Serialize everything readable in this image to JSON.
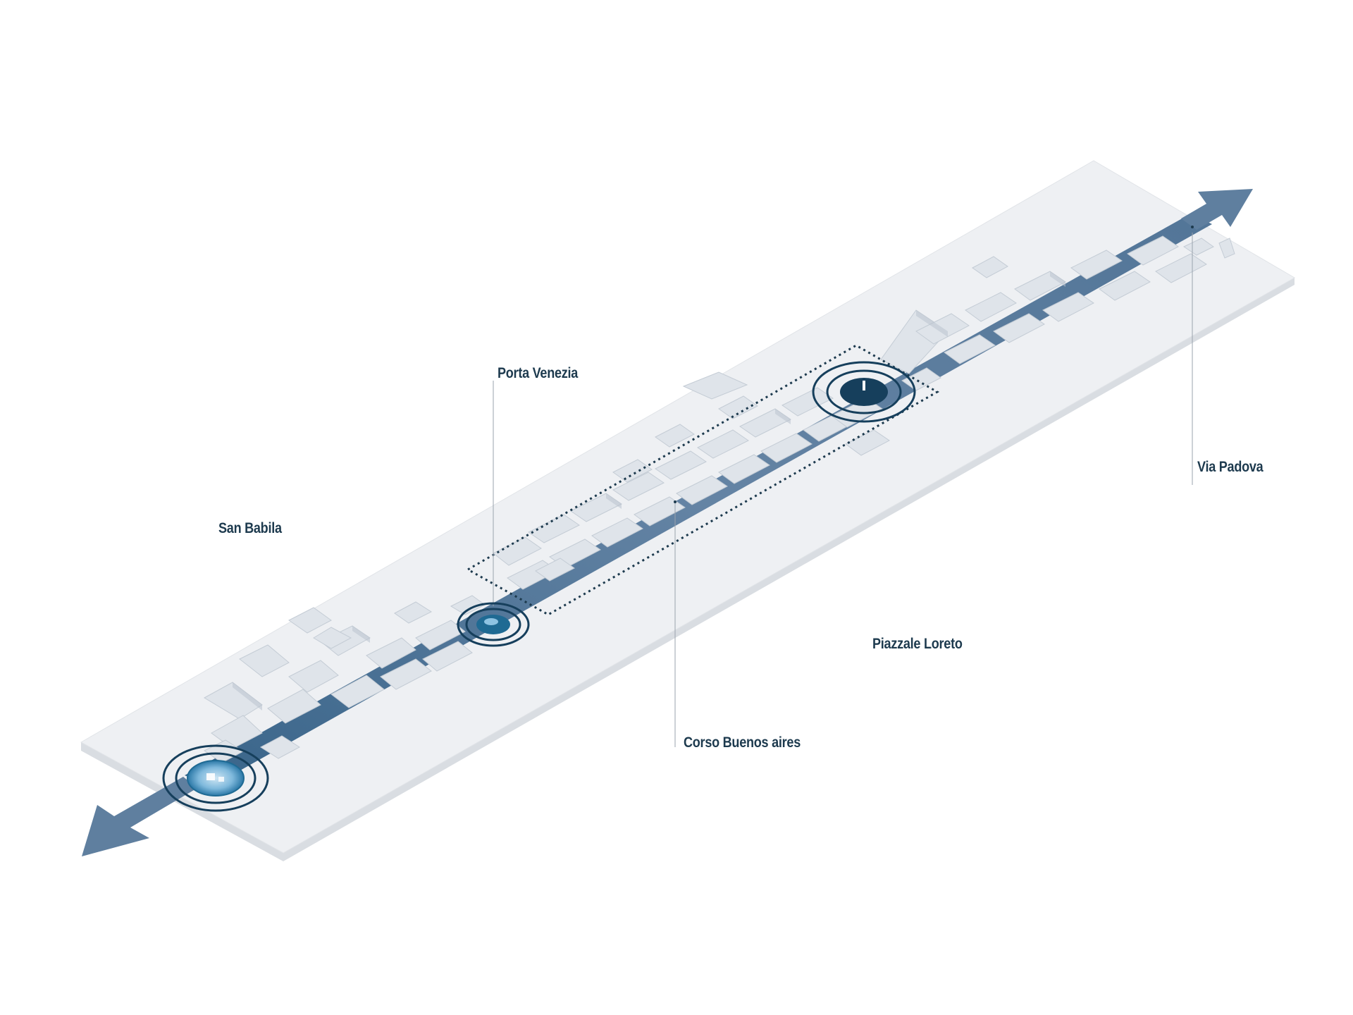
{
  "labels": {
    "san_babila": "San Babila",
    "porta_venezia": "Porta Venezia",
    "via_padova": "Via Padova",
    "piazzale_loreto": "Piazzale Loreto",
    "corso_buenos_aires": "Corso Buenos aires"
  },
  "colors": {
    "label_text": "#1d3a4e",
    "plate_top": "#eef0f3",
    "plate_side": "#d9dde2",
    "axis_arrow": "#5f7f9f",
    "axis_band": "#56789a",
    "buildings": "#dfe4ea",
    "building_shade": "#b9c3cd",
    "node_dark": "#163f5c",
    "node_light": "#1f6a93",
    "leader_line": "#9aa3ad",
    "focus_box": "#1d3a4e"
  }
}
